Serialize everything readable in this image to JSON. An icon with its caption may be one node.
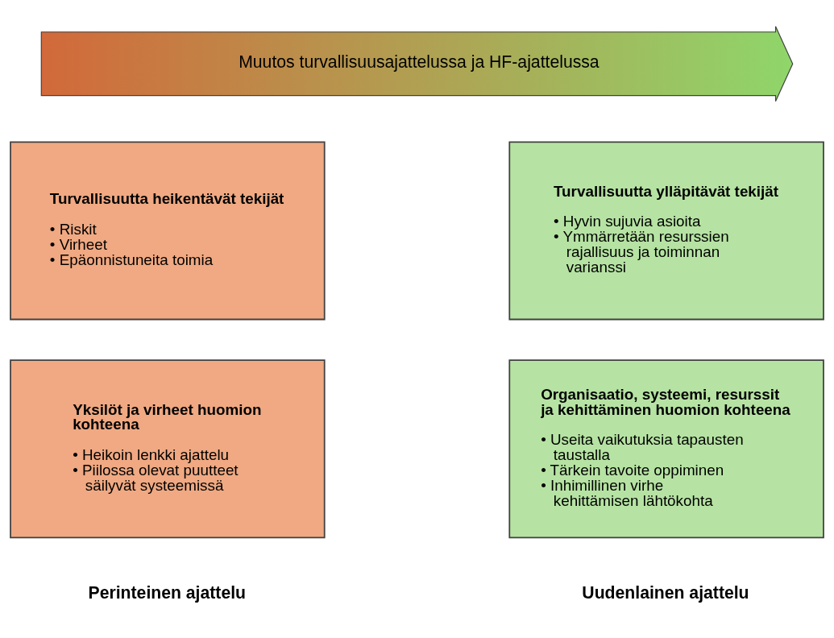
{
  "diagram": {
    "nodes": [
      {
        "text": [
          "Muutos turvallisuusajattelussa ja HF-ajattelussa"
        ]
      },
      {
        "text": [
          "Turvallisuutta heikentävät tekijät",
          "• Riskit",
          "• Virheet",
          "• Epäonnistuneita toimia"
        ]
      },
      {
        "text": [
          "Turvallisuutta ylläpitävät tekijät",
          "• Hyvin sujuvia asioita",
          "• Ymmärretään resurssien rajallisuus ja toiminnan varianssi"
        ]
      },
      {
        "text": [
          "Yksilöt ja virheet huomion kohteena",
          "• Heikoin lenkki ajattelu",
          "• Piilossa olevat puutteet säilyvät systeemissä"
        ]
      },
      {
        "text": [
          "Organisaatio, systeemi, resurssit ja kehittäminen huomion kohteena",
          "• Useita vaikutuksia tapausten taustalla",
          "• Tärkein tavoite oppiminen",
          "• Inhimillinen virhe kehittämisen lähtökohta"
        ]
      }
    ],
    "edges": [],
    "labels": [
      "Perinteinen ajattelu",
      "Uudenlainen ajattelu"
    ]
  }
}
